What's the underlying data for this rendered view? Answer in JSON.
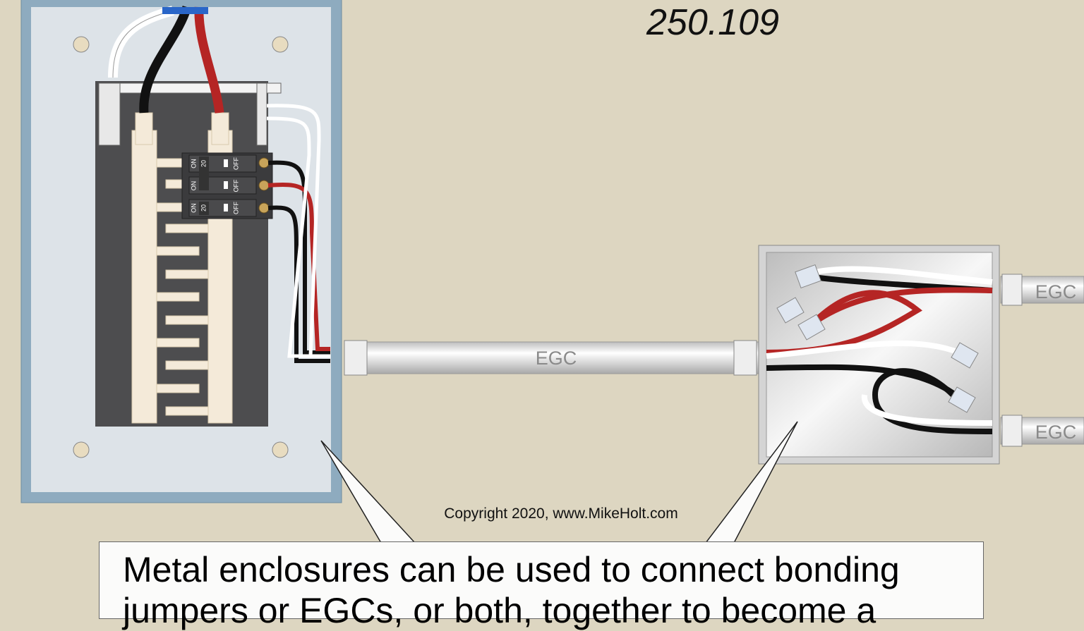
{
  "title": {
    "section": "250.109"
  },
  "diagram": {
    "conduit_label": "EGC",
    "right_conduit_top_label": "EGC",
    "right_conduit_bottom_label": "EGC",
    "breakers": [
      {
        "on": "ON",
        "off": "OFF",
        "rating": "20"
      },
      {
        "on": "ON",
        "off": "OFF",
        "rating": ""
      },
      {
        "on": "ON",
        "off": "OFF",
        "rating": "20"
      }
    ]
  },
  "copyright": "Copyright 2020, www.MikeHolt.com",
  "callout": {
    "line1": "Metal enclosures can be used to connect bonding",
    "line2": "jumpers or EGCs, or both, together to become a"
  },
  "colors": {
    "background": "#ddd6c1",
    "panel_frame": "#8eabbf",
    "hot_red": "#b52524",
    "hot_black": "#111111"
  }
}
